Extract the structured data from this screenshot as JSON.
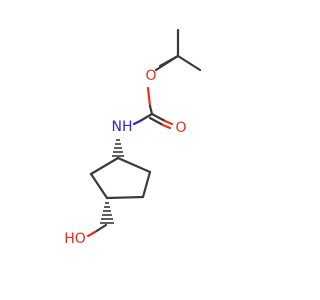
{
  "molecule": {
    "atoms": {
      "ester_o": {
        "label": "O",
        "color": "#e8301f"
      },
      "carbonyl_o": {
        "label": "O",
        "color": "#e8301f"
      },
      "amine_n": {
        "label": "NH",
        "color": "#2a2ad8"
      },
      "hydroxyl_o": {
        "label": "HO",
        "color": "#e8301f"
      }
    },
    "bond_color": "#3a3a3a"
  }
}
